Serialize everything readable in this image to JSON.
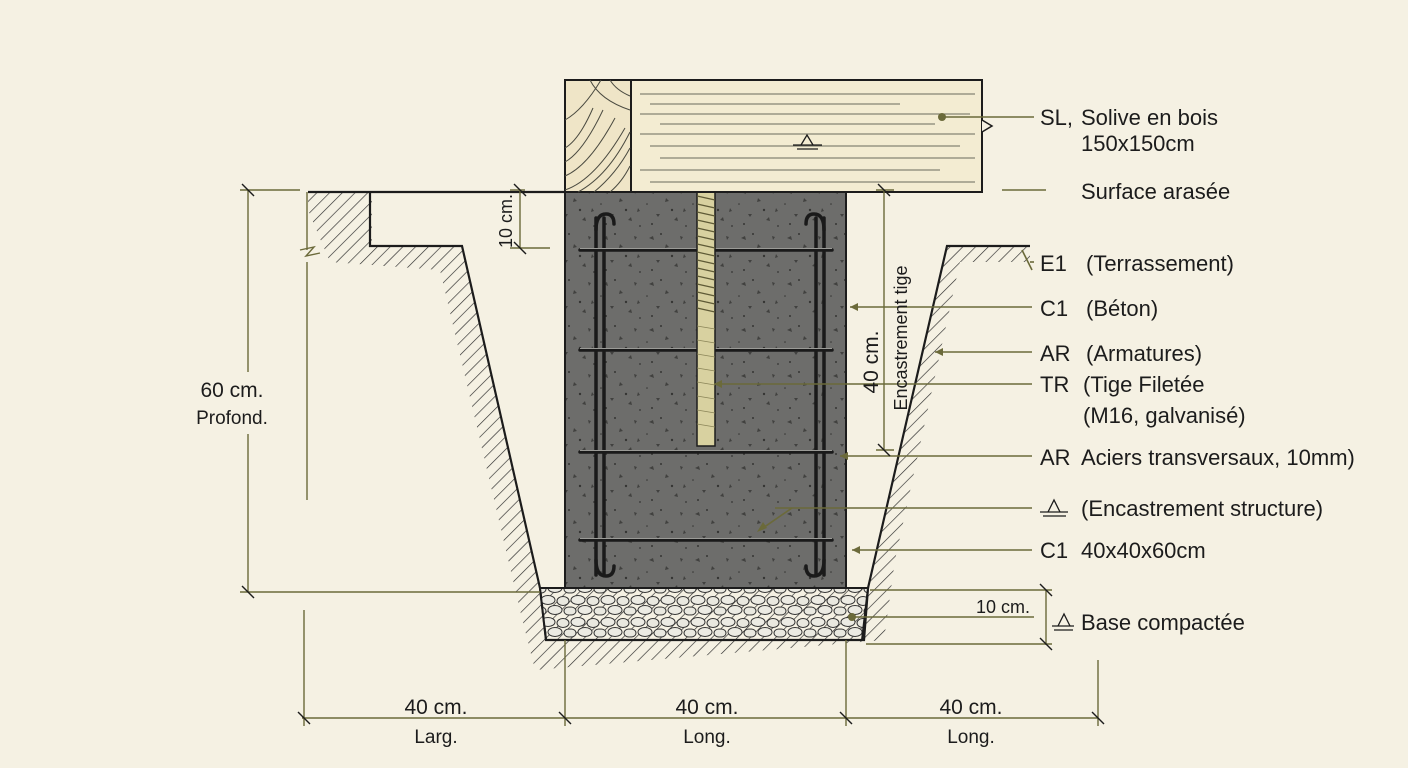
{
  "colors": {
    "background": "#f5f1e3",
    "concrete": "#6d6d6b",
    "wood": "#f3ecd2",
    "leader": "#6b6a3a",
    "line": "#1c1c1c"
  },
  "labels": {
    "joist_code": "SL,",
    "joist_name": "Solive en bois",
    "joist_size": "150x150cm",
    "surface": "Surface arasée",
    "e1_code": "E1",
    "e1_desc": "(Terrassement)",
    "c1_code": "C1",
    "c1_desc": "(Béton)",
    "ar_code": "AR",
    "ar_desc": "(Armatures)",
    "tr_code": "TR",
    "tr_desc1": "(Tige Filetée",
    "tr_desc2": "(M16, galvanisé)",
    "ar2_code": "AR",
    "ar2_desc": "Aciers transversaux, 10mm)",
    "encastrement_structure": "(Encastrement structure)",
    "c1b_code": "C1",
    "c1b_desc": "40x40x60cm",
    "base": "Base compactée"
  },
  "dimensions": {
    "depth_value": "60 cm.",
    "depth_label": "Profond.",
    "top_offset": "10 cm.",
    "embed_value": "40 cm.",
    "embed_label": "Encastrement tige",
    "base_thickness": "10 cm.",
    "width_left_value": "40 cm.",
    "width_left_label": "Larg.",
    "width_center_value": "40 cm.",
    "width_center_label": "Long.",
    "width_right_value": "40 cm.",
    "width_right_label": "Long."
  },
  "icons": [
    "level-mark-icon"
  ]
}
